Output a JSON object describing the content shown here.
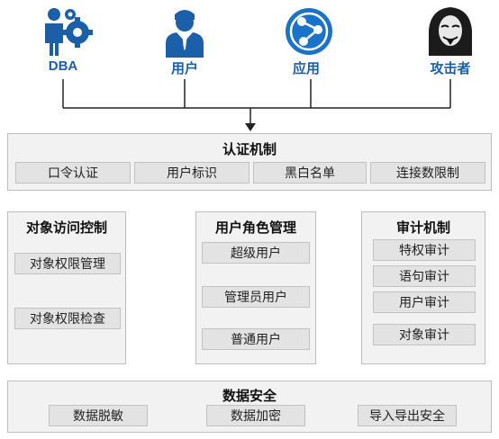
{
  "actors": [
    {
      "label": "DBA",
      "icon": "dba-gears-icon"
    },
    {
      "label": "用户",
      "icon": "user-businessman-icon"
    },
    {
      "label": "应用",
      "icon": "application-globe-icon"
    },
    {
      "label": "攻击者",
      "icon": "attacker-masked-icon"
    }
  ],
  "colors": {
    "actor_blue": "#1a5fa8",
    "panel_bg": "#f2f2f2",
    "cell_bg": "#e3e3e3"
  },
  "auth": {
    "title": "认证机制",
    "items": [
      "口令认证",
      "用户标识",
      "黑白名单",
      "连接数限制"
    ]
  },
  "object_access": {
    "title": "对象访问控制",
    "items": [
      "对象权限管理",
      "对象权限检查"
    ]
  },
  "user_roles": {
    "title": "用户角色管理",
    "items": [
      "超级用户",
      "管理员用户",
      "普通用户"
    ]
  },
  "audit": {
    "title": "审计机制",
    "items": [
      "特权审计",
      "语句审计",
      "用户审计",
      "对象审计"
    ]
  },
  "data_security": {
    "title": "数据安全",
    "items": [
      "数据脱敏",
      "数据加密",
      "导入导出安全"
    ]
  }
}
